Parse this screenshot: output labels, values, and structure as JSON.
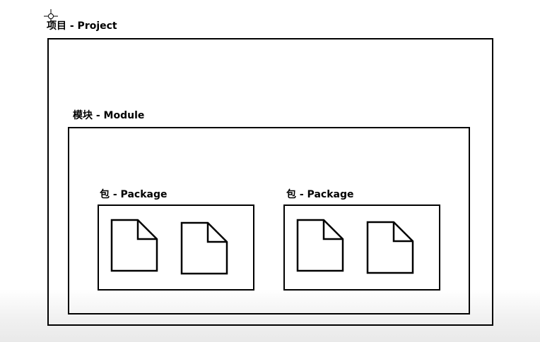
{
  "project": {
    "label": "项目 - Project"
  },
  "module": {
    "label": "模块 - Module"
  },
  "packages": [
    {
      "label": "包 - Package",
      "files": [
        "file-icon",
        "file-icon"
      ]
    },
    {
      "label": "包 - Package",
      "files": [
        "file-icon",
        "file-icon"
      ]
    }
  ],
  "cursor": {
    "icon": "crosshair-cursor-icon"
  }
}
